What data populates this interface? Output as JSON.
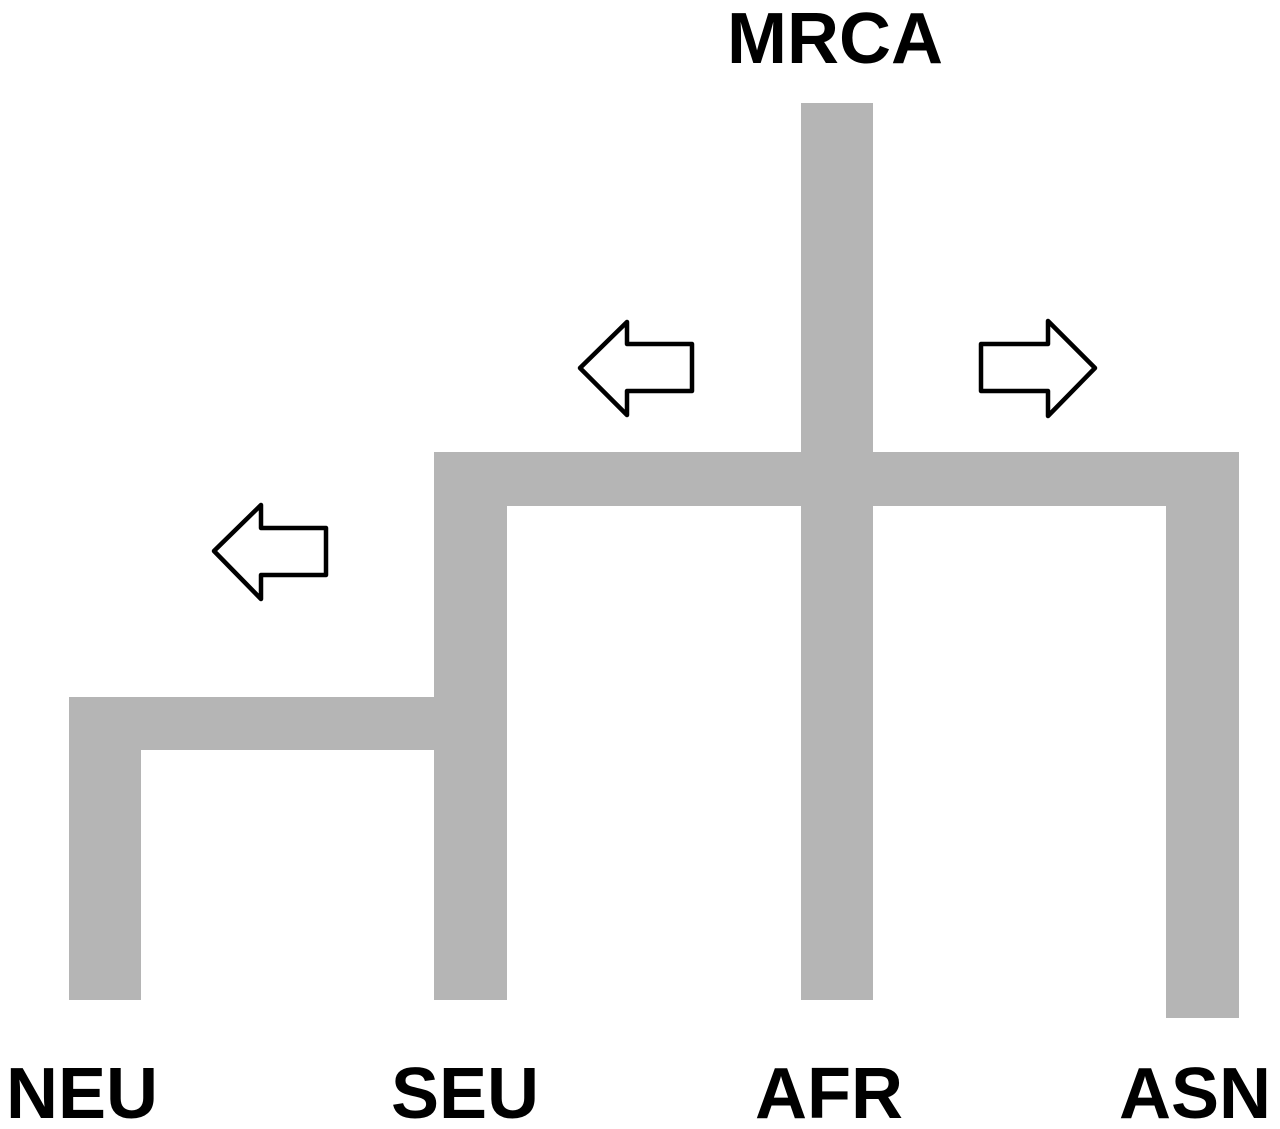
{
  "title": "MRCA",
  "leaves": [
    "NEU",
    "SEU",
    "AFR",
    "ASN"
  ],
  "colors": {
    "branch": "#b5b5b5",
    "arrow_stroke": "#000000"
  },
  "arrows": [
    {
      "name": "arrow-left-upper",
      "direction": "left"
    },
    {
      "name": "arrow-right-upper",
      "direction": "right"
    },
    {
      "name": "arrow-left-lower",
      "direction": "left"
    }
  ]
}
